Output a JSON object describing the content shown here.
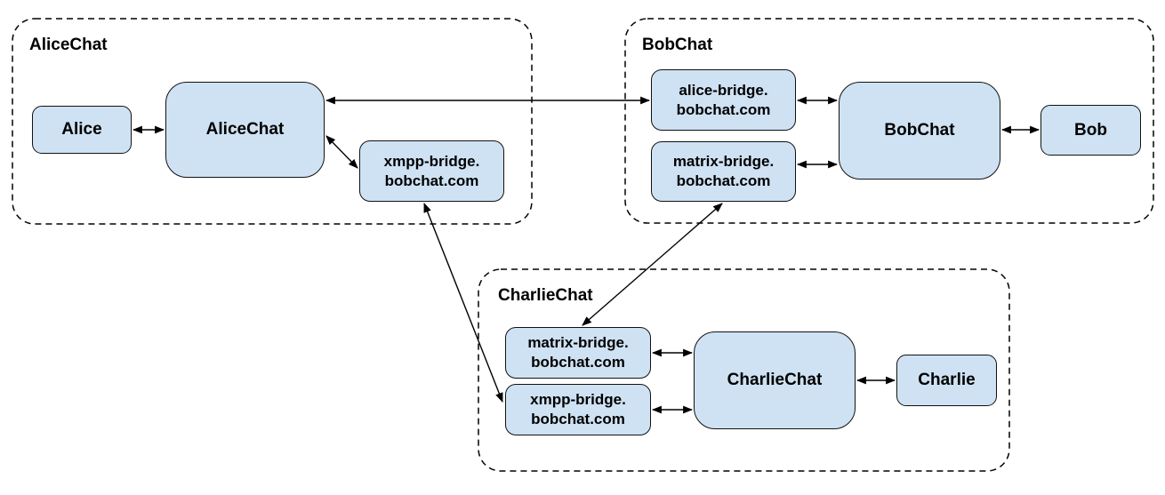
{
  "diagram": {
    "type": "network-architecture",
    "description": "Federated chat bridging diagram connecting three chat networks via bridges",
    "colors": {
      "background": "#ffffff",
      "node_fill": "#cfe2f3",
      "node_border": "#111111",
      "edge_color": "#000000",
      "container_border": "#000000"
    },
    "containers": {
      "alicechat": {
        "label": "AliceChat"
      },
      "bobchat": {
        "label": "BobChat"
      },
      "charliechat": {
        "label": "CharlieChat"
      }
    },
    "nodes": {
      "alice": {
        "label": "Alice",
        "group": "AliceChat"
      },
      "alicechat_server": {
        "label": "AliceChat",
        "group": "AliceChat"
      },
      "xmpp_bridge_alice": {
        "label": "xmpp-bridge.\nbobchat.com",
        "group": "AliceChat"
      },
      "alice_bridge_bob": {
        "label": "alice-bridge.\nbobchat.com",
        "group": "BobChat"
      },
      "matrix_bridge_bob": {
        "label": "matrix-bridge.\nbobchat.com",
        "group": "BobChat"
      },
      "bobchat_server": {
        "label": "BobChat",
        "group": "BobChat"
      },
      "bob": {
        "label": "Bob",
        "group": "BobChat"
      },
      "matrix_bridge_charlie": {
        "label": "matrix-bridge.\nbobchat.com",
        "group": "CharlieChat"
      },
      "xmpp_bridge_charlie": {
        "label": "xmpp-bridge.\nbobchat.com",
        "group": "CharlieChat"
      },
      "charliechat_server": {
        "label": "CharlieChat",
        "group": "CharlieChat"
      },
      "charlie": {
        "label": "Charlie",
        "group": "CharlieChat"
      }
    },
    "edges": [
      {
        "from": "Alice",
        "to": "AliceChat server",
        "direction": "bidirectional"
      },
      {
        "from": "AliceChat server",
        "to": "alice-bridge.bobchat.com",
        "direction": "bidirectional"
      },
      {
        "from": "AliceChat server",
        "to": "xmpp-bridge.bobchat.com (AliceChat group)",
        "direction": "bidirectional"
      },
      {
        "from": "alice-bridge.bobchat.com",
        "to": "BobChat server",
        "direction": "bidirectional"
      },
      {
        "from": "matrix-bridge.bobchat.com (BobChat group)",
        "to": "BobChat server",
        "direction": "bidirectional"
      },
      {
        "from": "BobChat server",
        "to": "Bob",
        "direction": "bidirectional"
      },
      {
        "from": "matrix-bridge.bobchat.com (BobChat group)",
        "to": "matrix-bridge.bobchat.com (CharlieChat group)",
        "direction": "bidirectional"
      },
      {
        "from": "xmpp-bridge.bobchat.com (AliceChat group)",
        "to": "xmpp-bridge.bobchat.com (CharlieChat group)",
        "direction": "bidirectional"
      },
      {
        "from": "matrix-bridge.bobchat.com (CharlieChat group)",
        "to": "CharlieChat server",
        "direction": "bidirectional"
      },
      {
        "from": "xmpp-bridge.bobchat.com (CharlieChat group)",
        "to": "CharlieChat server",
        "direction": "bidirectional"
      },
      {
        "from": "CharlieChat server",
        "to": "Charlie",
        "direction": "bidirectional"
      }
    ]
  }
}
